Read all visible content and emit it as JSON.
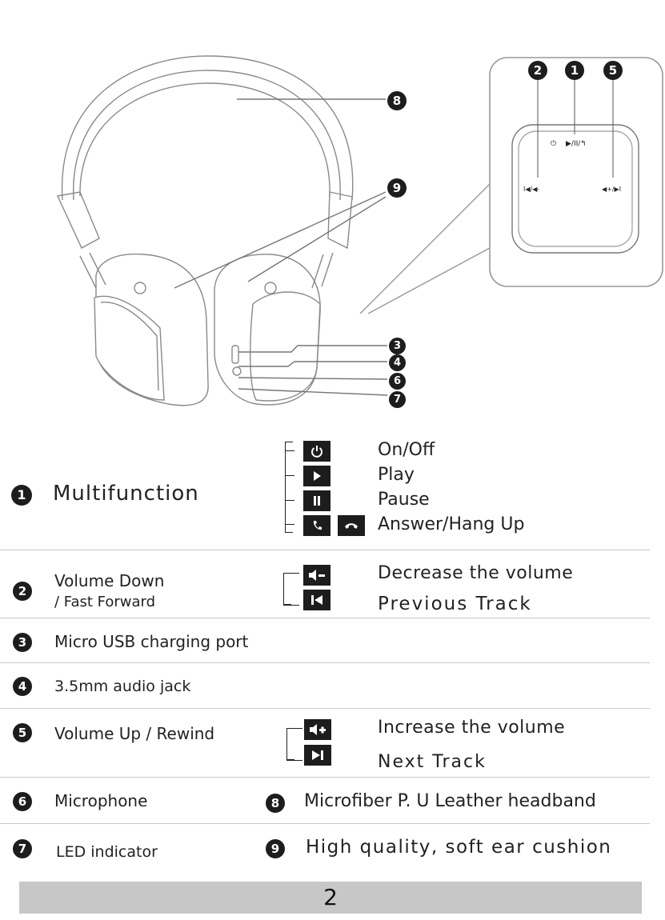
{
  "diagram": {
    "callouts": [
      "1",
      "2",
      "3",
      "4",
      "5",
      "6",
      "7",
      "8",
      "9"
    ],
    "control_labels": {
      "power": "⏻",
      "play_pause_answer": "▶/II/↰",
      "prev_voldown": "I◀/◀-",
      "next_volup": "◀+/▶I"
    }
  },
  "items": [
    {
      "num": "1",
      "label": "Multifunction",
      "icons": [
        "power-icon",
        "play-icon",
        "pause-icon",
        "answer-icon",
        "hang-up-icon"
      ],
      "actions": [
        "On/Off",
        "Play",
        "Pause",
        "Answer/Hang Up"
      ]
    },
    {
      "num": "2",
      "label_line1": "Volume Down",
      "label_line2": "/ Fast Forward",
      "icons": [
        "volume-down-icon",
        "previous-track-icon"
      ],
      "actions": [
        "Decrease the volume",
        "Previous Track"
      ]
    },
    {
      "num": "3",
      "label": "Micro USB charging port"
    },
    {
      "num": "4",
      "label": "3.5mm audio jack"
    },
    {
      "num": "5",
      "label": "Volume Up / Rewind",
      "icons": [
        "volume-up-icon",
        "next-track-icon"
      ],
      "actions": [
        "Increase the volume",
        "Next Track"
      ]
    },
    {
      "num": "6",
      "label": "Microphone"
    },
    {
      "num": "7",
      "label": "LED indicator"
    },
    {
      "num": "8",
      "label": "Microfiber P. U Leather headband"
    },
    {
      "num": "9",
      "label": "High quality,  soft ear cushion"
    }
  ],
  "page_number": "2"
}
